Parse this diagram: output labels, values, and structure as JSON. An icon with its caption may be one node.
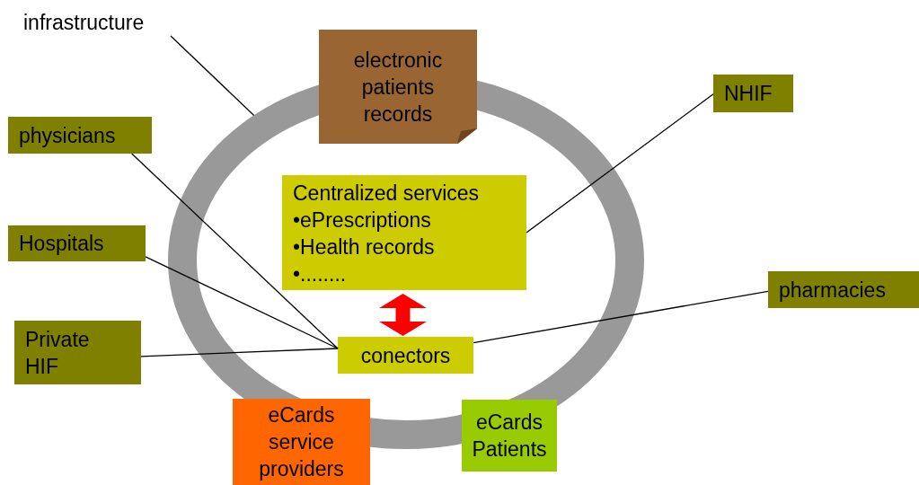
{
  "diagram": {
    "nodes": [
      {
        "text": [
          "infrastructure"
        ]
      },
      {
        "text": [],
        "shape": "ring"
      },
      {
        "text": [
          "electronic patients records"
        ]
      },
      {
        "text": [
          "NHIF"
        ]
      },
      {
        "text": [
          "physicians"
        ]
      },
      {
        "text": [
          "Centralized services",
          "•ePrescriptions",
          "•Health records",
          "•........"
        ],
        "in": 1
      },
      {
        "text": [
          "Hospitals"
        ]
      },
      {
        "text": [
          "pharmacies"
        ]
      },
      {
        "text": [
          "Private HIF"
        ]
      },
      {
        "text": [
          "conectors"
        ],
        "in": 1
      },
      {
        "text": [
          "eCards service providers"
        ]
      },
      {
        "text": [
          "eCards Patients"
        ]
      }
    ],
    "edges": [
      {
        "from": 0,
        "to": 1,
        "arrow": "none"
      },
      {
        "from": 4,
        "to": 9,
        "arrow": "none"
      },
      {
        "from": 6,
        "to": 9,
        "arrow": "none"
      },
      {
        "from": 8,
        "to": 9,
        "arrow": "none"
      },
      {
        "from": 3,
        "to": 5,
        "arrow": "none"
      },
      {
        "from": 7,
        "to": 9,
        "arrow": "none"
      },
      {
        "from": 5,
        "to": 9,
        "arrow": "both",
        "style": "thick",
        "color": "#ff0000"
      }
    ]
  }
}
